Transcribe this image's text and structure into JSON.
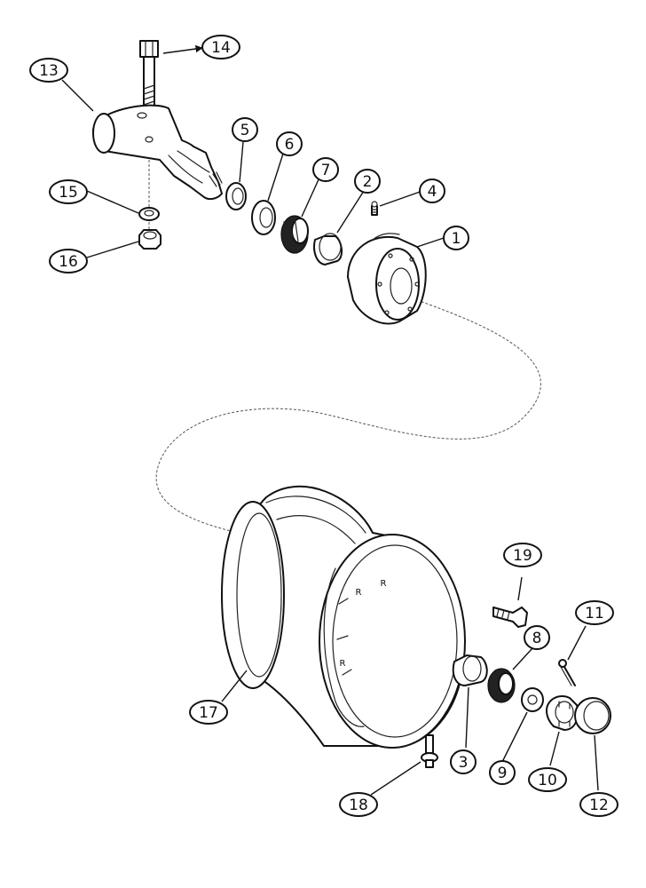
{
  "callouts": [
    {
      "id": "c1",
      "label": "1"
    },
    {
      "id": "c2",
      "label": "2"
    },
    {
      "id": "c3",
      "label": "3"
    },
    {
      "id": "c4",
      "label": "4"
    },
    {
      "id": "c5",
      "label": "5"
    },
    {
      "id": "c6",
      "label": "6"
    },
    {
      "id": "c7",
      "label": "7"
    },
    {
      "id": "c8",
      "label": "8"
    },
    {
      "id": "c9",
      "label": "9"
    },
    {
      "id": "c10",
      "label": "10"
    },
    {
      "id": "c11",
      "label": "11"
    },
    {
      "id": "c12",
      "label": "12"
    },
    {
      "id": "c13",
      "label": "13"
    },
    {
      "id": "c14",
      "label": "14"
    },
    {
      "id": "c15",
      "label": "15"
    },
    {
      "id": "c16",
      "label": "16"
    },
    {
      "id": "c17",
      "label": "17"
    },
    {
      "id": "c18",
      "label": "18"
    },
    {
      "id": "c19",
      "label": "19"
    }
  ],
  "rim_marks": [
    "R",
    "R",
    "R"
  ]
}
